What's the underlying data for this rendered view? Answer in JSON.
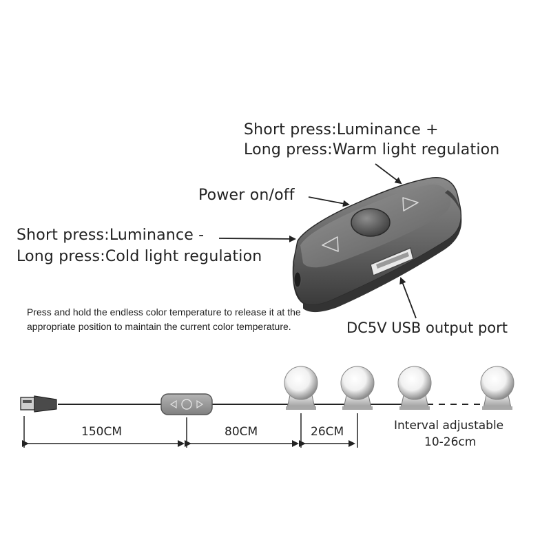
{
  "labels": {
    "up_short": "Short press:Luminance +",
    "up_long": "Long press:Warm light regulation",
    "power": "Power on/off",
    "down_short": "Short press:Luminance -",
    "down_long": "Long press:Cold light regulation",
    "usb_port": "DC5V USB output port"
  },
  "note": "Press and hold the endless color temperature to release it at the appropriate position to maintain the current color temperature.",
  "dimensions": {
    "cable_length": "150CM",
    "first_bulb_distance": "80CM",
    "bulb_spacing": "26CM",
    "interval_title": "Interval adjustable",
    "interval_range": "10-26cm"
  },
  "colors": {
    "controller_body": "#5a5a5a",
    "controller_top": "#7a7a7a",
    "line": "#222222",
    "bulb_glow": "#ffffff",
    "bulb_shade": "#8c8c8c"
  },
  "icons": {
    "power_button": "circle-button",
    "up_button": "right-triangle",
    "down_button": "left-triangle",
    "usb": "usb-a-plug"
  }
}
